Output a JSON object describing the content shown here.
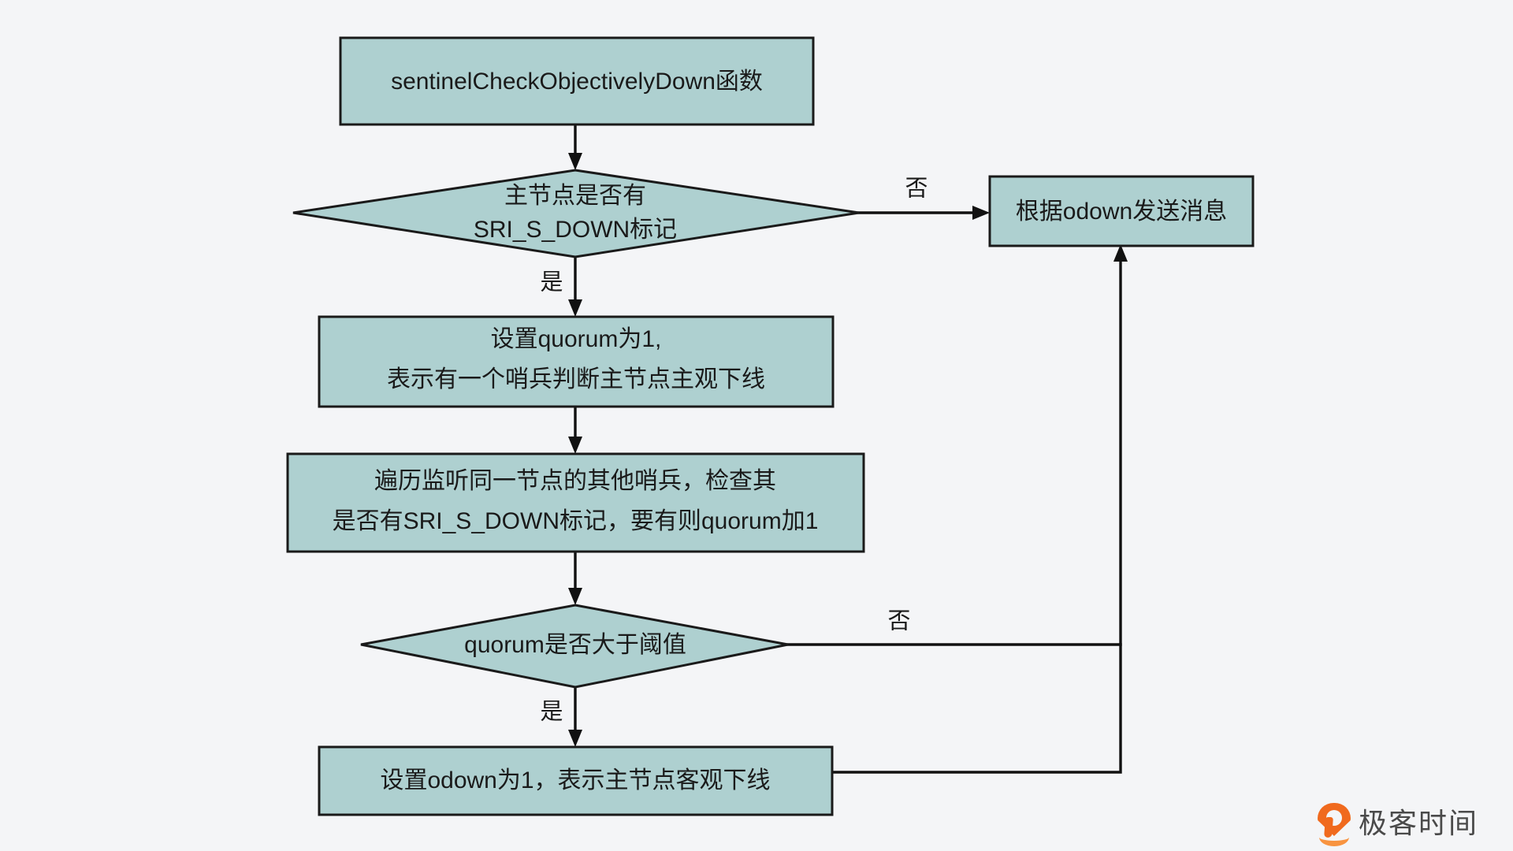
{
  "canvas": {
    "background_color": "#f4f5f7",
    "node_fill_color": "#aed0d0",
    "node_stroke_color": "#1a1a1a",
    "edge_color": "#111111"
  },
  "chart_data": {
    "type": "diagram",
    "title": "sentinelCheckObjectivelyDown函数",
    "nodes": [
      {
        "id": "start",
        "shape": "rect",
        "lines": [
          "sentinelCheckObjectivelyDown函数"
        ]
      },
      {
        "id": "decision_sdown",
        "shape": "diamond",
        "lines": [
          "主节点是否有",
          "SRI_S_DOWN标记"
        ]
      },
      {
        "id": "send_msg",
        "shape": "rect",
        "lines": [
          "根据odown发送消息"
        ]
      },
      {
        "id": "set_quorum",
        "shape": "rect",
        "lines": [
          "设置quorum为1,",
          "表示有一个哨兵判断主节点主观下线"
        ]
      },
      {
        "id": "iterate_sentinels",
        "shape": "rect",
        "lines": [
          "遍历监听同一节点的其他哨兵，检查其",
          "是否有SRI_S_DOWN标记，要有则quorum加1"
        ]
      },
      {
        "id": "decision_quorum",
        "shape": "diamond",
        "lines": [
          "quorum是否大于阈值"
        ]
      },
      {
        "id": "set_odown",
        "shape": "rect",
        "lines": [
          "设置odown为1，表示主节点客观下线"
        ]
      }
    ],
    "edges": [
      {
        "id": "e1",
        "from": "start",
        "to": "decision_sdown",
        "label": ""
      },
      {
        "id": "e2",
        "from": "decision_sdown",
        "to": "send_msg",
        "label": "否"
      },
      {
        "id": "e3",
        "from": "decision_sdown",
        "to": "set_quorum",
        "label": "是"
      },
      {
        "id": "e4",
        "from": "set_quorum",
        "to": "iterate_sentinels",
        "label": ""
      },
      {
        "id": "e5",
        "from": "iterate_sentinels",
        "to": "decision_quorum",
        "label": ""
      },
      {
        "id": "e6",
        "from": "decision_quorum",
        "to": "send_msg",
        "label": "否"
      },
      {
        "id": "e7",
        "from": "decision_quorum",
        "to": "set_odown",
        "label": "是"
      },
      {
        "id": "e8",
        "from": "set_odown",
        "to": "send_msg",
        "label": ""
      }
    ]
  },
  "nodes": {
    "start": {
      "line1": "sentinelCheckObjectivelyDown函数"
    },
    "decision_sdown": {
      "line1": "主节点是否有",
      "line2": "SRI_S_DOWN标记"
    },
    "send_msg": {
      "line1": "根据odown发送消息"
    },
    "set_quorum": {
      "line1": "设置quorum为1,",
      "line2": "表示有一个哨兵判断主节点主观下线"
    },
    "iterate_sentinels": {
      "line1": "遍历监听同一节点的其他哨兵，检查其",
      "line2": "是否有SRI_S_DOWN标记，要有则quorum加1"
    },
    "decision_quorum": {
      "line1": "quorum是否大于阈值"
    },
    "set_odown": {
      "line1": "设置odown为1，表示主节点客观下线"
    }
  },
  "edge_labels": {
    "sdown_no": "否",
    "sdown_yes": "是",
    "quorum_no": "否",
    "quorum_yes": "是"
  },
  "brand": {
    "name": "极客时间",
    "icon": "geektime-pin-logo",
    "color": "#f06a1e"
  }
}
